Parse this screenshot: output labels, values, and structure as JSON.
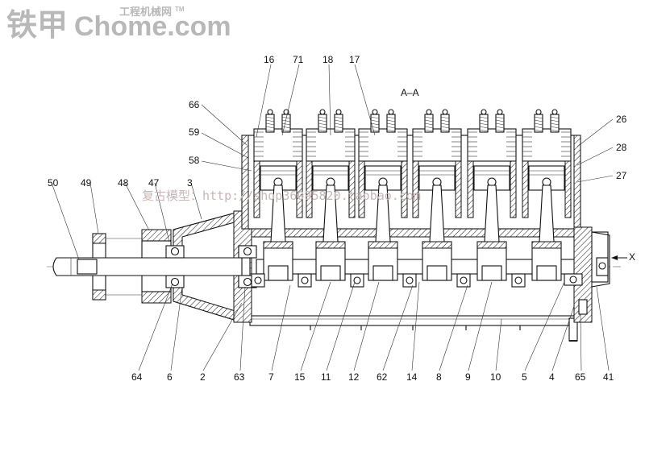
{
  "logo": {
    "brand_cn": "铁甲",
    "brand_en": "Chome.com",
    "site_cn": "工程机械网",
    "tm": "TM"
  },
  "section_label": "A–A",
  "watermark": "复古模型：http://shop36095820.taobao.com",
  "view_marker": "X",
  "part_labels": {
    "top": [
      "16",
      "71",
      "18",
      "17"
    ],
    "left": [
      "66",
      "59",
      "58",
      "50",
      "49",
      "48",
      "47",
      "3"
    ],
    "right": [
      "26",
      "28",
      "27"
    ],
    "bottom": [
      "64",
      "6",
      "2",
      "63",
      "7",
      "15",
      "11",
      "12",
      "62",
      "14",
      "8",
      "9",
      "10",
      "5",
      "4",
      "65",
      "41"
    ]
  }
}
